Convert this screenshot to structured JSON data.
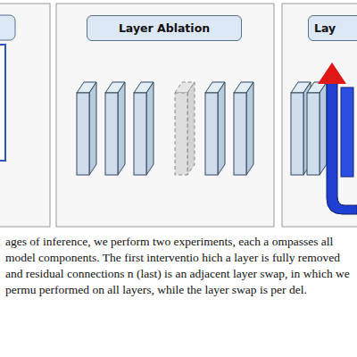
{
  "diagram": {
    "caption": "ages of inference, we perform two experiments, each a ompasses all model components. The first interventio hich a layer is fully removed and residual connections n (last) is an adjacent layer swap, in which we permu performed on all layers, while the layer swap is per del.",
    "nodes": [
      {
        "text": [
          "Layer Ablation"
        ]
      },
      {
        "text": [
          "Lay"
        ]
      }
    ]
  }
}
